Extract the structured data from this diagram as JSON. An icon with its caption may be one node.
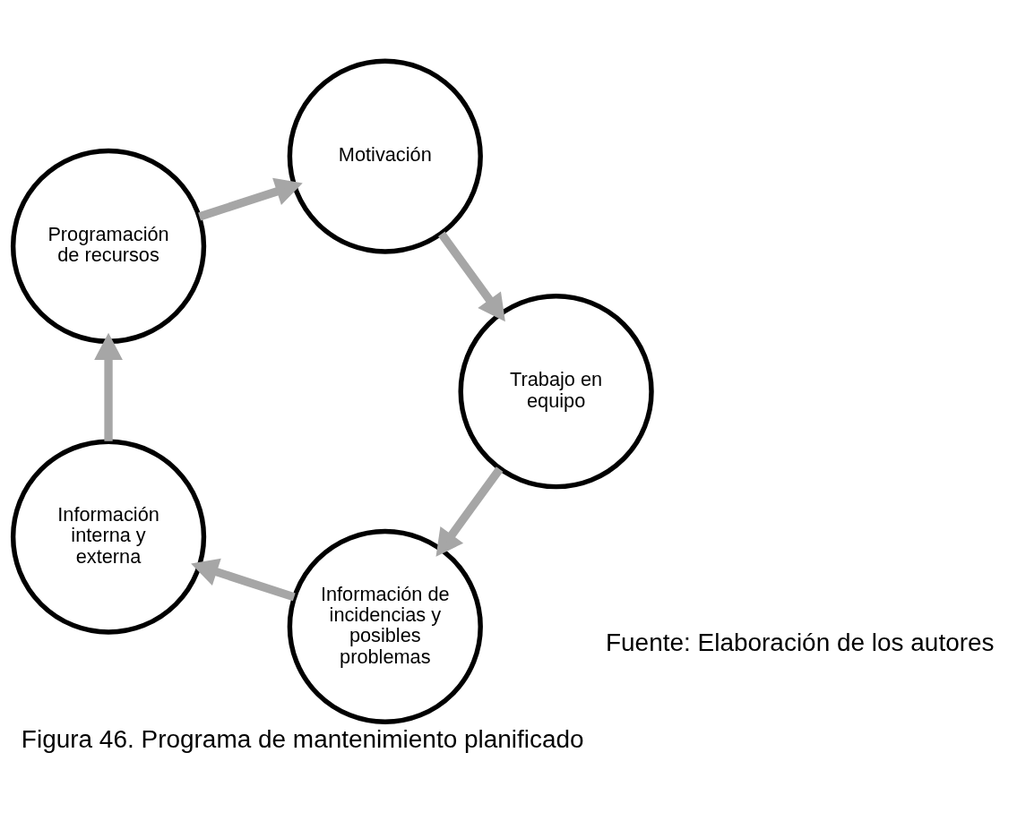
{
  "diagram": {
    "caption": "Figura 46. Programa de mantenimiento planificado",
    "nodes": [
      {
        "text": [
          "Información de incidencias y posibles problemas"
        ]
      },
      {
        "text": [
          "Información interna y externa"
        ]
      },
      {
        "text": [
          "Programación de recursos"
        ]
      },
      {
        "text": [
          "Motivación"
        ]
      },
      {
        "text": [
          "Trabajo en equipo"
        ]
      }
    ],
    "edges": [
      {
        "from": 0,
        "to": 1,
        "arrow": "to"
      },
      {
        "from": 1,
        "to": 2,
        "arrow": "to"
      },
      {
        "from": 2,
        "to": 3,
        "arrow": "to"
      },
      {
        "from": 3,
        "to": 4,
        "arrow": "to"
      },
      {
        "from": 4,
        "to": 0,
        "arrow": "to"
      }
    ],
    "labels": [
      "Fuente: Elaboración de los autores"
    ]
  }
}
